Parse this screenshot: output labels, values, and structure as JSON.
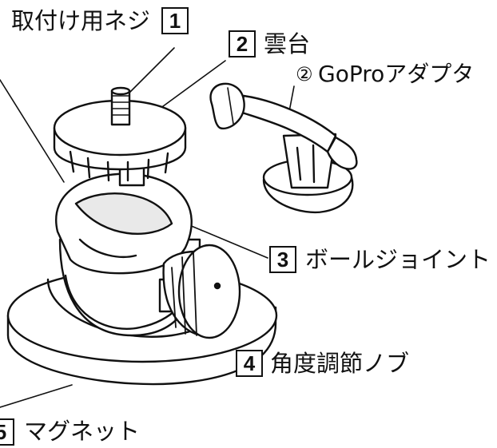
{
  "labels": {
    "screw": {
      "text": "取付け用ネジ",
      "num": "1"
    },
    "head": {
      "text": "雲台",
      "num": "2"
    },
    "gopro": {
      "marker": "②",
      "text": "GoProアダプタ"
    },
    "ball": {
      "text": "ボールジョイント",
      "num": "3"
    },
    "knob": {
      "text": "角度調節ノブ",
      "num": "4"
    },
    "magnet": {
      "text": "マグネット",
      "num": "5"
    }
  }
}
